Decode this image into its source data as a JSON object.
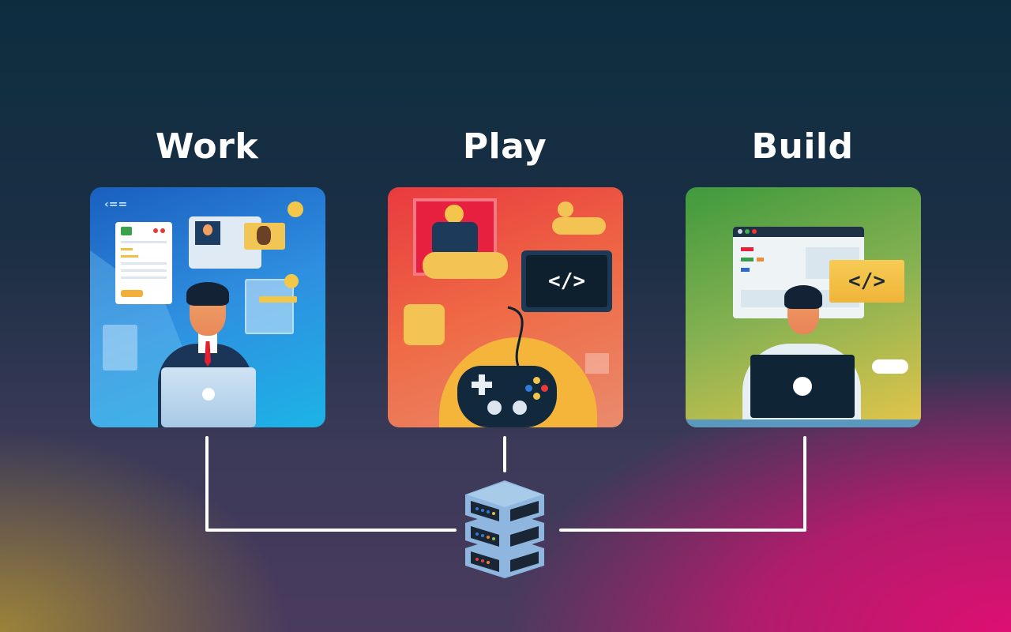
{
  "diagram": {
    "nodes": [
      {
        "id": "work",
        "label": "Work",
        "theme": "blue",
        "color": "#2f8fe0"
      },
      {
        "id": "play",
        "label": "Play",
        "theme": "red-orange",
        "color": "#ef6a45"
      },
      {
        "id": "build",
        "label": "Build",
        "theme": "green-yellow",
        "color": "#88b252"
      }
    ],
    "hub": {
      "id": "server",
      "icon": "server-stack-icon"
    },
    "edges": [
      {
        "from": "work",
        "to": "server"
      },
      {
        "from": "play",
        "to": "server"
      },
      {
        "from": "build",
        "to": "server"
      }
    ],
    "icons": {
      "work": "code-tag-none",
      "play": "</>",
      "build": "</>"
    }
  },
  "colors": {
    "bg_top": "#0d2d3f",
    "bg_bottom_left": "#a0873a",
    "bg_bottom_right": "#de0f72"
  }
}
